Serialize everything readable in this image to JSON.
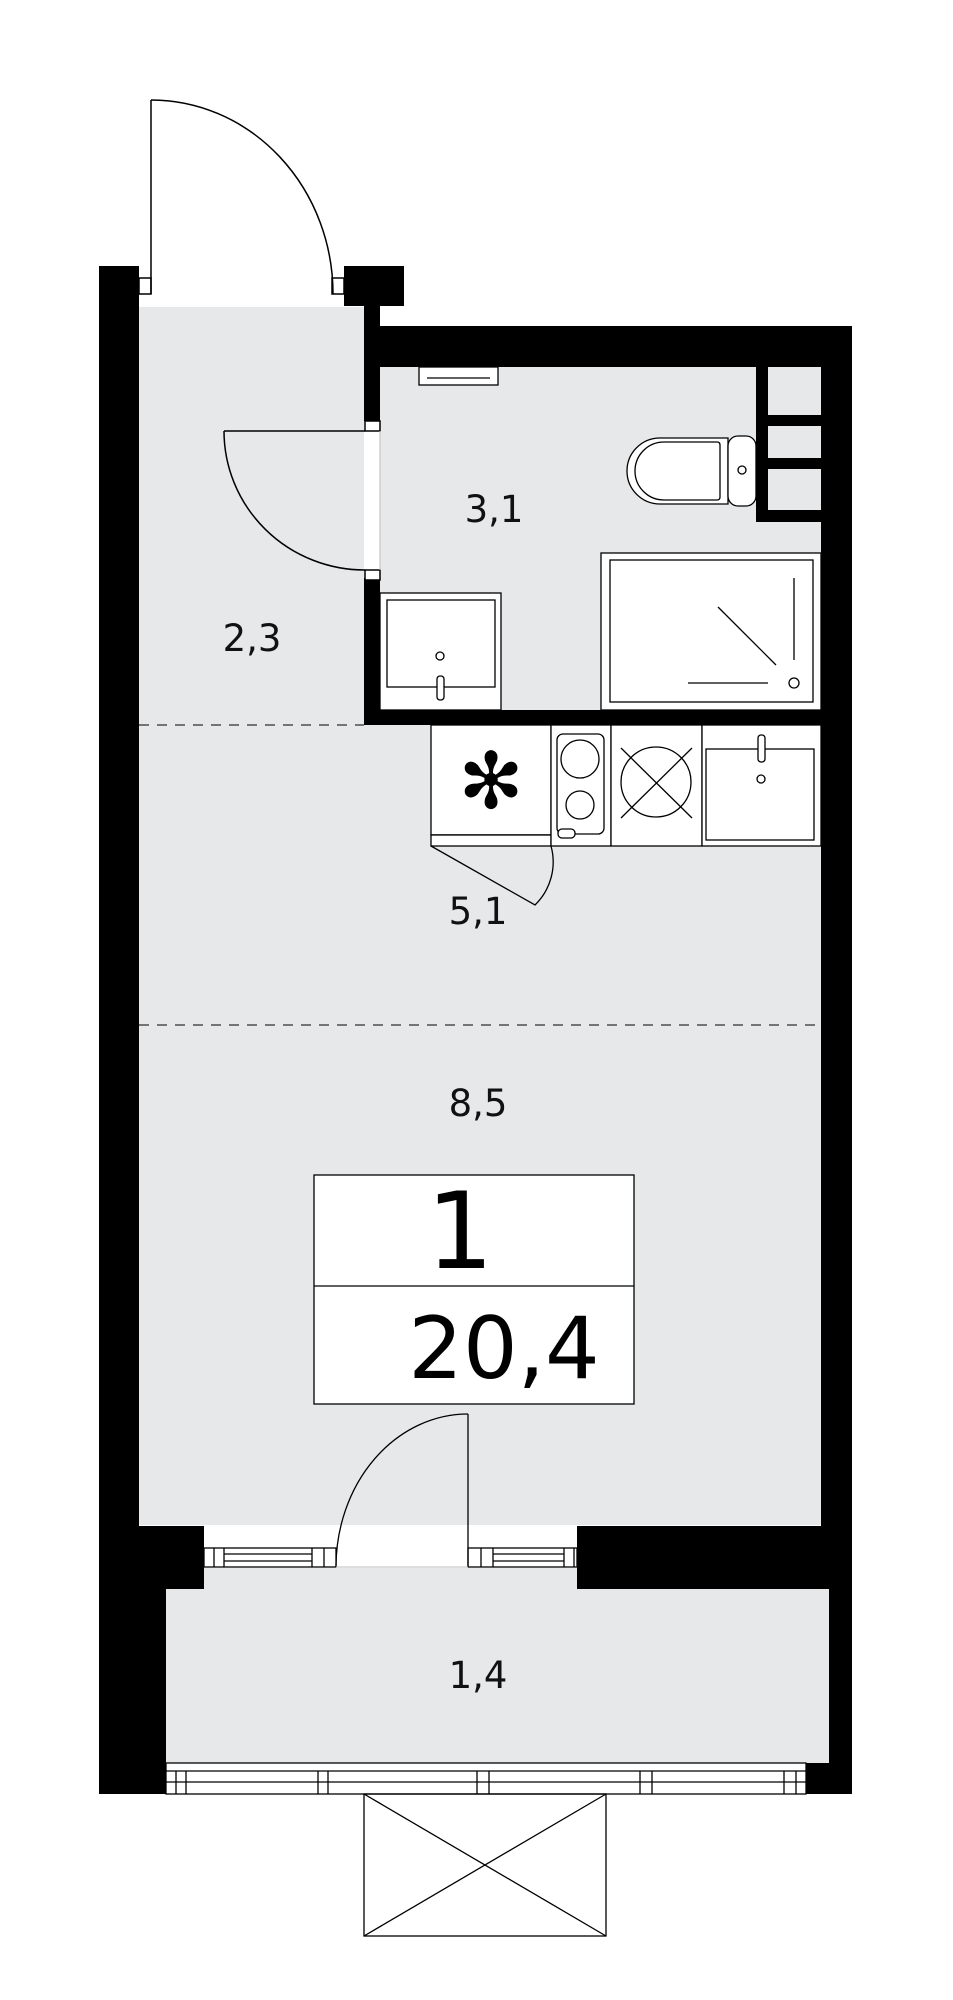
{
  "plan": {
    "rooms": [
      {
        "id": "bathroom",
        "area": "3,1"
      },
      {
        "id": "hall",
        "area": "2,3"
      },
      {
        "id": "kitchen",
        "area": "5,1"
      },
      {
        "id": "living",
        "area": "8,5"
      },
      {
        "id": "balcony",
        "area": "1,4"
      }
    ],
    "badge": {
      "rooms": "1",
      "total_area": "20,4"
    }
  },
  "colors": {
    "wall": "#000000",
    "floor": "#e7e8ea",
    "line": "#000000",
    "background": "#ffffff"
  }
}
